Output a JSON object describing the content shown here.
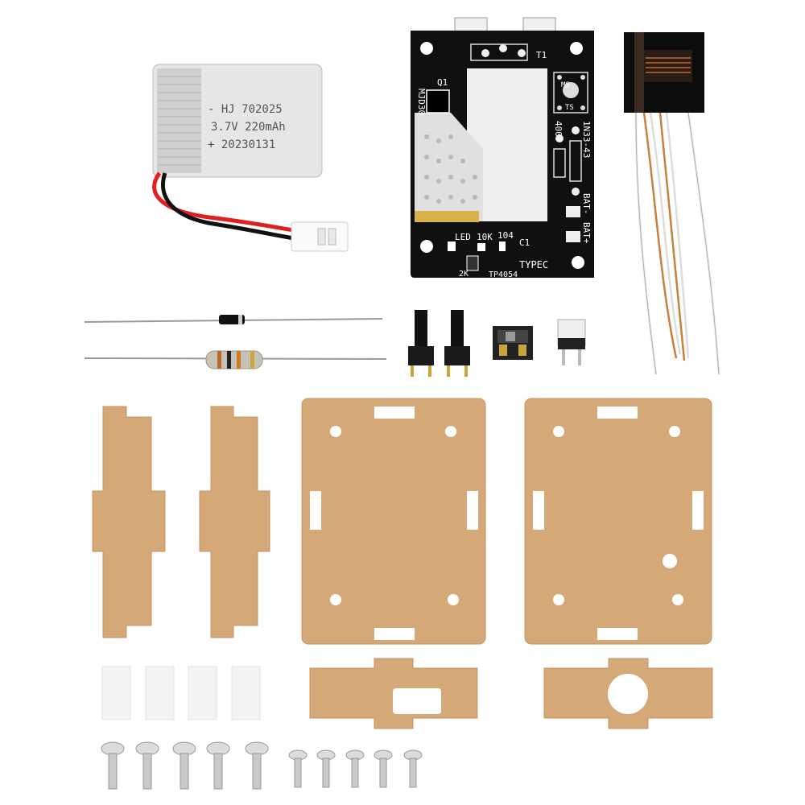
{
  "battery": {
    "line1": "- HJ 702025",
    "line2": "3.7V 220mAh",
    "line3": "+ 20230131"
  },
  "pcb": {
    "label_led": "LED",
    "label_10k": "10K",
    "label_104": "104",
    "label_c1": "C1",
    "label_2k": "2K",
    "label_tp4054": "TP4054",
    "label_typec": "TYPEC",
    "label_t1": "T1",
    "label_q1": "Q1",
    "label_mjd30": "MJD30",
    "label_4007": "4007",
    "label_1n33": "1N33-43",
    "label_bat_minus": "BAT-",
    "label_bat_plus": "BAT+",
    "label_ms": "MS",
    "label_ts": "TS"
  },
  "colors": {
    "acrylic": "#d4a877",
    "acrylic_edge": "#c49560",
    "pcb_black": "#101010",
    "silver": "#e8e8e8",
    "red_wire": "#e02020",
    "foam": "#f3f3f3"
  }
}
